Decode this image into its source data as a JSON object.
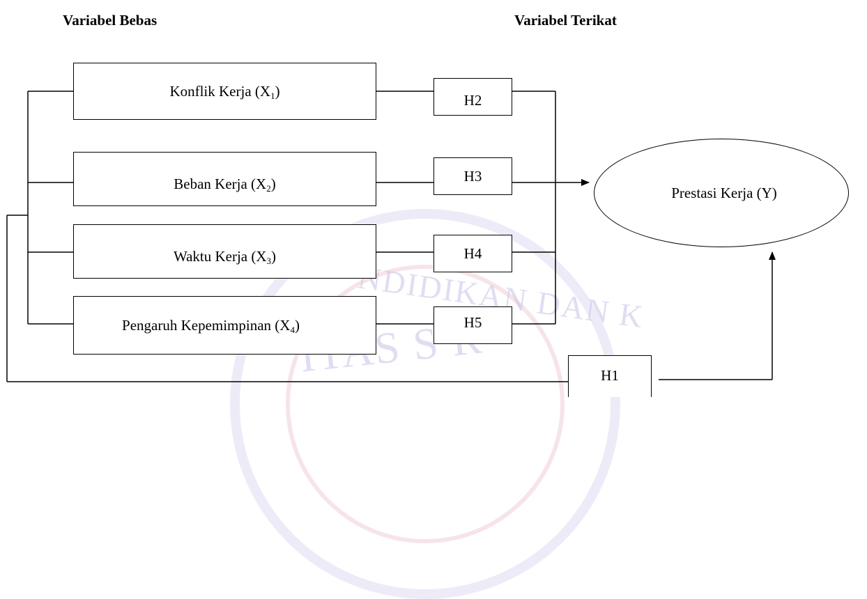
{
  "headers": {
    "independent": "Variabel Bebas",
    "dependent": "Variabel Terikat"
  },
  "variables": [
    {
      "name": "Konflik Kerja (X",
      "sub": "1",
      "close": ")"
    },
    {
      "name": "Beban Kerja (X",
      "sub": "2",
      "close": ")"
    },
    {
      "name": "Waktu Kerja (X",
      "sub": "3",
      "close": ")"
    },
    {
      "name": "Pengaruh Kepemimpinan (X",
      "sub": "4",
      "close": ")"
    }
  ],
  "hypotheses": [
    "H2",
    "H3",
    "H4",
    "H5"
  ],
  "simultaneous_hypothesis": "H1",
  "outcome": "Prestasi Kerja (Y)",
  "watermark": {
    "arc_text_1": "NDIDIKAN DAN K",
    "arc_text_2": "ITAS S    R"
  },
  "colors": {
    "line": "#000000",
    "watermark": "#c9c2e6"
  }
}
